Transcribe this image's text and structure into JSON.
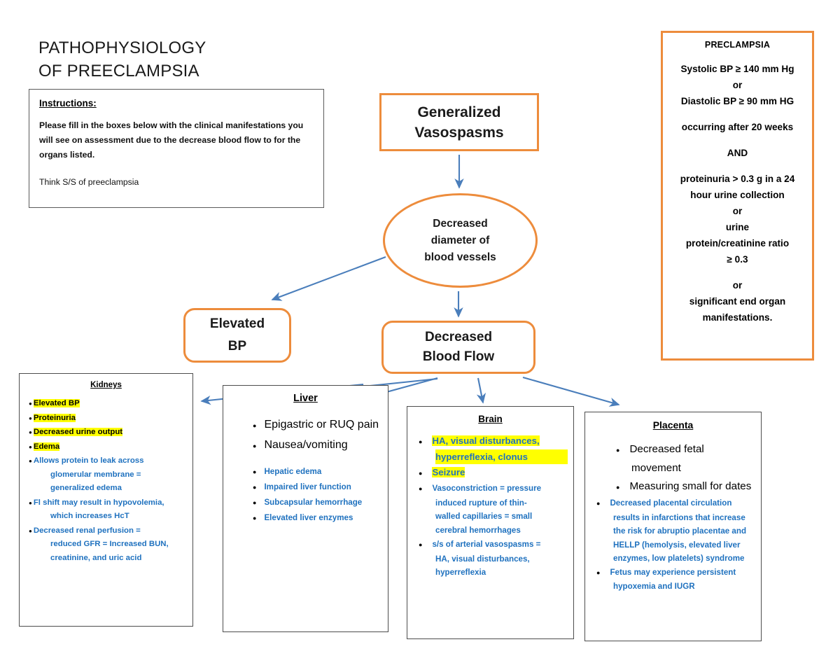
{
  "page_title": "PATHOPHYSIOLOGY\nOF PREECLAMPSIA",
  "colors": {
    "accent_orange": "#ED8C3C",
    "arrow_blue": "#4A7EBB",
    "text_blue": "#2072BF",
    "highlight_yellow": "#FFFF00",
    "box_border_gray": "#4D4D4D"
  },
  "instructions": {
    "heading": "Instructions:",
    "body": "Please fill in the boxes below with the clinical manifestations you will see on assessment due to the decrease blood flow to for the organs listed.",
    "note": "Think S/S of preeclampsia"
  },
  "criteria": {
    "title": "PRECLAMPSIA",
    "lines": [
      "Systolic BP ≥ 140 mm Hg\nor\nDiastolic BP ≥ 90 mm HG",
      "occurring after 20 weeks",
      "AND",
      "proteinuria > 0.3 g in a 24\nhour urine collection\nor\nurine\nprotein/creatinine ratio\n≥ 0.3",
      "or\nsignificant end organ\nmanifestations."
    ]
  },
  "flow": {
    "vasospasms": "Generalized\nVasospasms",
    "diameter": "Decreased\ndiameter of\nblood vessels",
    "elevated_bp": "Elevated\nBP",
    "blood_flow": "Decreased\nBlood Flow"
  },
  "organs": {
    "kidneys": {
      "title": "Kidneys",
      "items": [
        {
          "text": "Elevated BP",
          "style": "highlight-black"
        },
        {
          "text": "Proteinuria",
          "style": "highlight-black"
        },
        {
          "text": "Decreased urine output",
          "style": "highlight-black"
        },
        {
          "text": "Edema",
          "style": "highlight-black"
        },
        {
          "text": "Allows protein to leak across",
          "cont": "glomerular membrane =\ngeneralized edema",
          "style": "blue"
        },
        {
          "text": "Fl shift may result in hypovolemia,",
          "cont": "which increases HcT",
          "style": "blue"
        },
        {
          "text": "Decreased renal perfusion =",
          "cont": "reduced GFR = Increased BUN,\ncreatinine, and uric acid",
          "style": "blue"
        }
      ]
    },
    "liver": {
      "title": "Liver",
      "items": [
        {
          "text": "Epigastric or RUQ pain",
          "style": "black-big"
        },
        {
          "text": "Nausea/vomiting",
          "style": "black-big"
        },
        {
          "text": "",
          "style": "spacer"
        },
        {
          "text": "Hepatic edema",
          "style": "blue"
        },
        {
          "text": "Impaired liver function",
          "style": "blue"
        },
        {
          "text": "Subcapsular hemorrhage",
          "style": "blue"
        },
        {
          "text": "Elevated liver enzymes",
          "style": "blue"
        }
      ]
    },
    "brain": {
      "title": "Brain ",
      "items": [
        {
          "text": "HA, visual disturbances,",
          "cont": "hyperreflexia, clonus",
          "style": "highlight-blue"
        },
        {
          "text": "Seizure",
          "style": "highlight-blue"
        },
        {
          "text": "Vasoconstriction = pressure",
          "cont": "induced rupture of thin-\nwalled capillaries = small\ncerebral hemorrhages",
          "style": "blue"
        },
        {
          "text": "s/s of arterial vasospasms =",
          "cont": "HA, visual disturbances,\nhyperreflexia",
          "style": "blue"
        }
      ]
    },
    "placenta": {
      "title": "Placenta ",
      "items": [
        {
          "text": "Decreased fetal movement",
          "style": "black-big"
        },
        {
          "text": "Measuring small for dates",
          "style": "black-big"
        },
        {
          "text": "Decreased placental circulation",
          "cont": "results in infarctions that increase\nthe risk for abruptio placentae and\nHELLP (hemolysis, elevated liver\nenzymes, low platelets) syndrome",
          "style": "blue"
        },
        {
          "text": "Fetus may experience persistent",
          "cont": "hypoxemia and IUGR",
          "style": "blue"
        }
      ]
    }
  },
  "connections": [
    {
      "from": "vasospasms",
      "to": "diameter"
    },
    {
      "from": "diameter",
      "to": "elevated_bp"
    },
    {
      "from": "diameter",
      "to": "blood_flow"
    },
    {
      "from": "blood_flow",
      "to": "kidneys"
    },
    {
      "from": "blood_flow",
      "to": "liver"
    },
    {
      "from": "blood_flow",
      "to": "brain"
    },
    {
      "from": "blood_flow",
      "to": "placenta"
    }
  ]
}
